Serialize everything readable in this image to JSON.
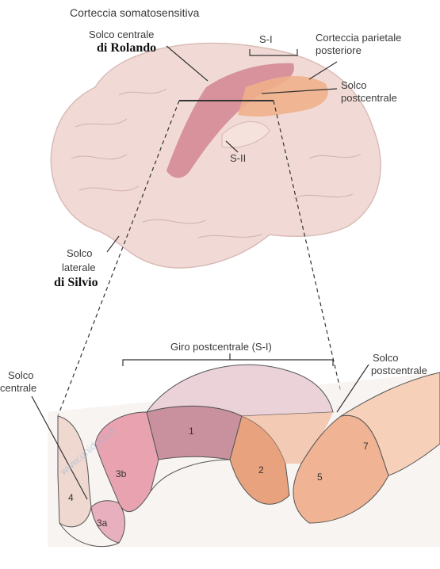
{
  "title": "Corteccia somatosensitiva",
  "labels": {
    "solco_centrale_top": "Solco centrale",
    "di_rolando": "di Rolando",
    "s1": "S-I",
    "corteccia_parietale_1": "Corteccia parietale",
    "corteccia_parietale_2": "posteriore",
    "solco_postcentrale_1": "Solco",
    "solco_postcentrale_2": "postcentrale",
    "s2": "S-II",
    "solco_laterale_1": "Solco",
    "solco_laterale_2": "laterale",
    "di_silvio": "di Silvio",
    "giro_postcentrale": "Giro postcentrale (S-I)",
    "solco_centrale_bottom_1": "Solco",
    "solco_centrale_bottom_2": "centrale",
    "solco_postcentrale_bottom_1": "Solco",
    "solco_postcentrale_bottom_2": "postcentrale"
  },
  "regions": [
    "1",
    "2",
    "3a",
    "3b",
    "4",
    "5",
    "7"
  ],
  "watermark": "www.unidocs.it",
  "colors": {
    "brain": "#f1dad6",
    "area_s1": "#d48a96",
    "area_postcentral": "#f0b08c",
    "area_1": "#c9909e",
    "area_2": "#e8a27e",
    "area_3a": "#e8b0be",
    "area_3b": "#e8a2b0",
    "area_5": "#f0b494",
    "area_7": "#f6d0b8"
  }
}
